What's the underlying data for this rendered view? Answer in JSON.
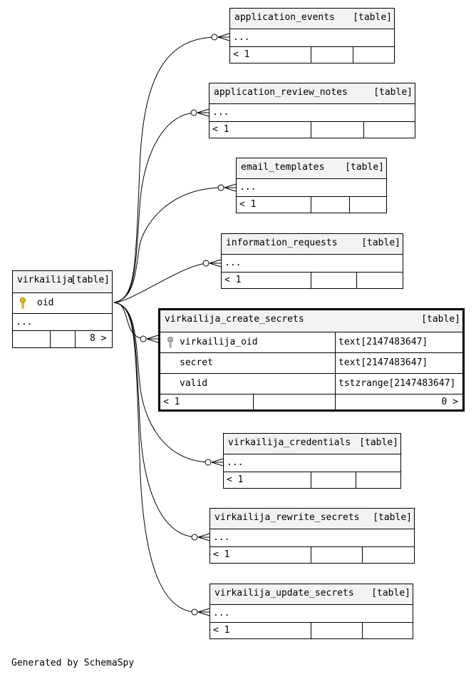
{
  "diagram": {
    "generator": "Generated by SchemaSpy",
    "source_table": {
      "name": "virkailija",
      "tag": "[table]",
      "key_column": "oid",
      "more": "...",
      "footer_right": "8 >"
    },
    "focus_table": {
      "name": "virkailija_create_secrets",
      "tag": "[table]",
      "columns": [
        {
          "name": "virkailija_oid",
          "type": "text[2147483647]"
        },
        {
          "name": "secret",
          "type": "text[2147483647]"
        },
        {
          "name": "valid",
          "type": "tstzrange[2147483647]"
        }
      ],
      "footer_left": "< 1",
      "footer_right": "0 >"
    },
    "related_tables": [
      {
        "name": "application_events",
        "tag": "[table]",
        "more": "...",
        "footer_left": "< 1"
      },
      {
        "name": "application_review_notes",
        "tag": "[table]",
        "more": "...",
        "footer_left": "< 1"
      },
      {
        "name": "email_templates",
        "tag": "[table]",
        "more": "...",
        "footer_left": "< 1"
      },
      {
        "name": "information_requests",
        "tag": "[table]",
        "more": "...",
        "footer_left": "< 1"
      },
      {
        "name": "virkailija_credentials",
        "tag": "[table]",
        "more": "...",
        "footer_left": "< 1"
      },
      {
        "name": "virkailija_rewrite_secrets",
        "tag": "[table]",
        "more": "...",
        "footer_left": "< 1"
      },
      {
        "name": "virkailija_update_secrets",
        "tag": "[table]",
        "more": "...",
        "footer_left": "< 1"
      }
    ]
  }
}
